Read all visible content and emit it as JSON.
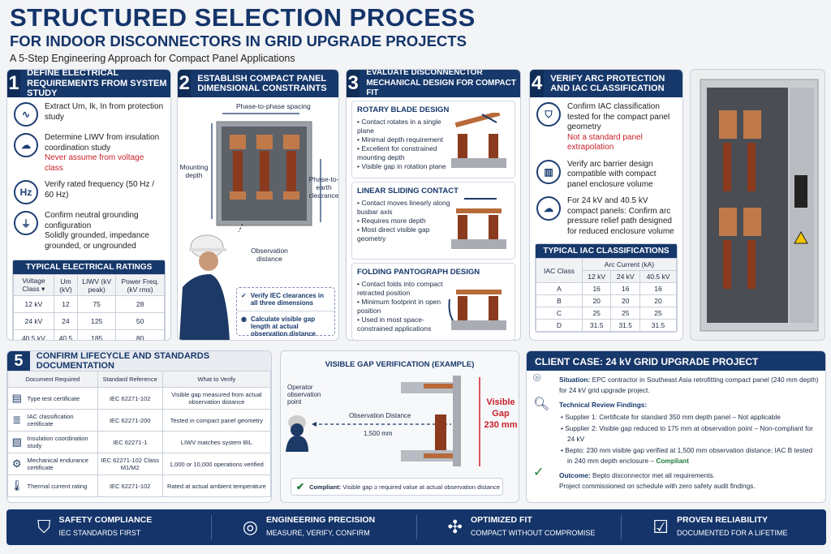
{
  "header": {
    "title": "STRUCTURED SELECTION PROCESS",
    "subtitle": "FOR INDOOR DISCONNECTORS IN GRID UPGRADE PROJECTS",
    "tagline": "A 5-Step Engineering Approach for Compact Panel Applications"
  },
  "step1": {
    "num": "1",
    "title": "Define Electrical Requirements from System Study",
    "items": [
      {
        "icon": "waveform-icon",
        "text": "Extract Um, Ik, In from protection study",
        "note": ""
      },
      {
        "icon": "lightning-cloud-icon",
        "text": "Determine LIWV from insulation coordination study",
        "note": "Never assume from voltage class"
      },
      {
        "icon": "hz-icon",
        "text": "Verify rated frequency (50 Hz / 60 Hz)",
        "note": ""
      },
      {
        "icon": "ground-icon",
        "text": "Confirm neutral grounding configuration",
        "note": "Solidly grounded, impedance grounded, or ungrounded"
      }
    ],
    "table": {
      "title": "TYPICAL ELECTRICAL RATINGS",
      "headers": [
        "Voltage Class ▾",
        "Um (kV)",
        "LIWV (kV peak)",
        "Power Freq. (kV rms)"
      ],
      "rows": [
        [
          "12 kV",
          "12",
          "75",
          "28"
        ],
        [
          "24 kV",
          "24",
          "125",
          "50"
        ],
        [
          "40.5 kV",
          "40.5",
          "185",
          "80"
        ]
      ]
    }
  },
  "step2": {
    "num": "2",
    "title": "Establish Compact Panel Dimensional Constraints",
    "phase_spacing": "Phase-to-phase spacing",
    "mounting_depth": "Mounting depth",
    "phase_earth": "Phase-to-earth clearance",
    "obs_distance": "Observation distance",
    "check1": "Verify IEC clearances in all three dimensions",
    "check2": "Calculate visible gap length at actual observation distance"
  },
  "step3": {
    "num": "3",
    "title": "Evaluate Disconnenctor Mechanical Design for Compact Fit",
    "designs": [
      {
        "name": "ROTARY BLADE DESIGN",
        "bullets": [
          "Contact rotates in a single plane",
          "Minimal depth requirement",
          "Excellent for constrained mounting depth",
          "Visible gap in rotation plane"
        ]
      },
      {
        "name": "LINEAR SLIDING CONTACT",
        "bullets": [
          "Contact moves linearly along busbar axis",
          "Requires more depth",
          "Most direct visible gap geometry"
        ]
      },
      {
        "name": "FOLDING PANTOGRAPH DESIGN",
        "bullets": [
          "Contact folds into compact retracted position",
          "Minimum footprint in open position",
          "Used in most space-constrained applications"
        ]
      }
    ]
  },
  "step4": {
    "num": "4",
    "title": "Verify Arc Protection and IAC Classification",
    "items": [
      {
        "icon": "shield-icon",
        "text": "Confirm IAC classification tested for the compact panel geometry",
        "note": "Not a standard panel extrapolation"
      },
      {
        "icon": "arc-barrier-icon",
        "text": "Verify arc barrier design compatible with compact panel enclosure volume",
        "note": ""
      },
      {
        "icon": "pressure-cloud-icon",
        "text": "For 24 kV and 40.5 kV compact panels: Confirm arc pressure relief path designed for reduced enclosure volume",
        "note": ""
      }
    ],
    "table": {
      "title": "TYPICAL IAC CLASSIFICATIONS",
      "class_header": "IAC Class",
      "group_header": "Arc Current (kA)",
      "cols": [
        "12 kV",
        "24 kV",
        "40.5 kV"
      ],
      "rows": [
        [
          "A",
          "16",
          "16",
          "16"
        ],
        [
          "B",
          "20",
          "20",
          "20"
        ],
        [
          "C",
          "25",
          "25",
          "25"
        ],
        [
          "D",
          "31.5",
          "31.5",
          "31.5"
        ]
      ]
    }
  },
  "step5": {
    "num": "5",
    "title": "CONFIRM LIFECYCLE AND STANDARDS DOCUMENTATION",
    "headers": [
      "Document Required",
      "Standard Reference",
      "What to Verify"
    ],
    "rows": [
      {
        "icon": "certificate-icon",
        "doc": "Type test certificate",
        "ref": "IEC 62271-102",
        "verify": "Visible gap measured from actual observation distance"
      },
      {
        "icon": "document-icon",
        "doc": "IAC classification certificate",
        "ref": "IEC 62271-200",
        "verify": "Tested in compact panel geometry"
      },
      {
        "icon": "study-icon",
        "doc": "Insulation coordination study",
        "ref": "IEC 62271-1",
        "verify": "LIWV matches system BIL"
      },
      {
        "icon": "gear-icon",
        "doc": "Mechanical endurance certificate",
        "ref": "IEC 62271-102 Class M1/M2",
        "verify": "1,000 or 10,000 operations verified"
      },
      {
        "icon": "thermometer-icon",
        "doc": "Thermal current rating",
        "ref": "IEC 62271-102",
        "verify": "Rated at actual ambient temperature"
      }
    ]
  },
  "gap": {
    "title": "VISIBLE GAP VERIFICATION (EXAMPLE)",
    "operator": "Operator observation point",
    "obs_label": "Observation Distance",
    "obs_value": "1,500 mm",
    "gap_label": "Visible Gap",
    "gap_value": "230 mm",
    "compliant_label": "Compliant:",
    "compliant_text": "Visible gap ≥ required value at actual observation distance"
  },
  "client": {
    "title": "CLIENT CASE: 24 kV GRID UPGRADE PROJECT",
    "situation_label": "Situation:",
    "situation": "EPC contractor in Southeast Asia retrofitting compact panel (240 mm depth) for 24 kV grid upgrade project.",
    "findings_label": "Technical Review Findings:",
    "findings": [
      "Supplier 1: Certificate for standard 350 mm depth panel – Not applicable",
      "Supplier 2: Visible gap reduced to 175 mm at observation point – Non-compliant for 24 kV",
      "Bepto: 230 mm visible gap verified at 1,500 mm observation distance; IAC B tested in 240 mm depth enclosure –"
    ],
    "compliant": "Compliant",
    "outcome_label": "Outcome:",
    "outcome": "Bepto disconnector met all requirements.",
    "outcome2": "Project commissioned on schedule with zero safety audit findings."
  },
  "footer": [
    {
      "icon": "shield-check-icon",
      "title": "SAFETY COMPLIANCE",
      "sub": "IEC STANDARDS FIRST"
    },
    {
      "icon": "target-icon",
      "title": "ENGINEERING PRECISION",
      "sub": "MEASURE, VERIFY, CONFIRM"
    },
    {
      "icon": "puzzle-icon",
      "title": "OPTIMIZED FIT",
      "sub": "COMPACT WITHOUT COMPROMISE"
    },
    {
      "icon": "checklist-icon",
      "title": "PROVEN RELIABILITY",
      "sub": "DOCUMENTED FOR A LIFETIME"
    }
  ],
  "colors": {
    "navy": "#16386b",
    "red": "#c8202a",
    "green": "#1f7a3a",
    "copper": "#b86a3a"
  }
}
